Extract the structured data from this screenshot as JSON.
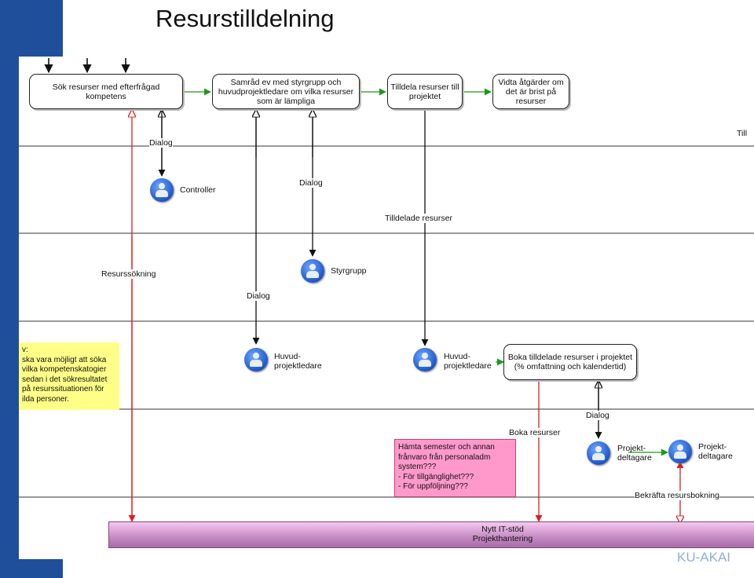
{
  "title": "Resurstilldelning",
  "processes": {
    "p1": "Sök resurser med efterfrågad kompetens",
    "p2": "Samråd ev med styrgrupp och huvudprojektledare om vilka resurser som är lämpliga",
    "p3": "Tilldela resurser till projektet",
    "p4": "Vidta åtgärder om det är brist på resurser",
    "p5": "Boka tilldelade resurser i projektet (% omfattning och kalendertid)"
  },
  "actors": {
    "controller": "Controller",
    "styrgrupp": "Styrgrupp",
    "huvud1": "Huvud-\nprojektledare",
    "huvud2": "Huvud-\nprojektledare",
    "deltagare1": "Projekt-\ndeltagare",
    "deltagare2": "Projekt-\ndeltagare"
  },
  "flow_labels": {
    "dialog1": "Dialog",
    "dialog2": "Dialog",
    "dialog3": "Dialog",
    "dialog4": "Dialog",
    "tilldelade": "Tilldelade resurser",
    "resurssokning": "Resurssökning",
    "boka": "Boka resurser",
    "bekrafta": "Bekräfta resursbokning",
    "cut_right": "Till"
  },
  "notes": {
    "yellow": "v:\nska vara möjligt att söka\nvilka kompetenskatogier\nsedan i det sökresultatet\npå resurssituationen för\nilda personer.",
    "pink": "Hämta semester och annan\nfrånvaro från personaladm\nsystem???\n- För tillgänglighet???\n- För uppföljning???"
  },
  "system": {
    "line1": "Nytt IT-stöd",
    "line2": "Projekthantering"
  },
  "logo_fragment": "KU-AKAI",
  "colors": {
    "frame_blue": "#1f4f9a",
    "green_arrow": "#1a9a1a",
    "red_arrow": "#d92020",
    "note_yellow": "#ffff88",
    "note_pink": "#ff99cc",
    "system_purple": "#c88fc6"
  }
}
